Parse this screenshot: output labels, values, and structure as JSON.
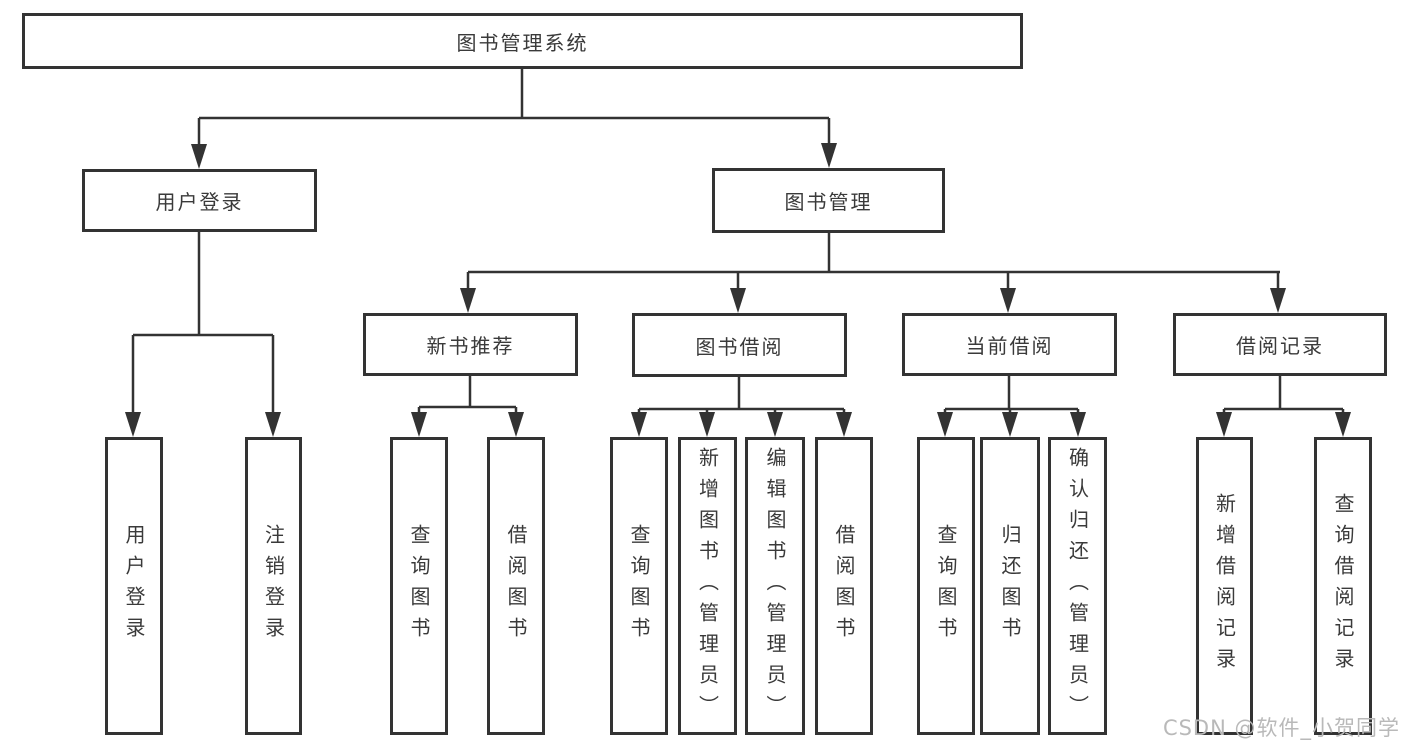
{
  "diagram": {
    "title": "图书管理系统",
    "user_login": {
      "label": "用户登录",
      "children": [
        {
          "label": "用户登录"
        },
        {
          "label": "注销登录"
        }
      ]
    },
    "book_management": {
      "label": "图书管理",
      "branches": [
        {
          "label": "新书推荐",
          "children": [
            {
              "label": "查询图书"
            },
            {
              "label": "借阅图书"
            }
          ]
        },
        {
          "label": "图书借阅",
          "children": [
            {
              "label": "查询图书"
            },
            {
              "label": "新增图书（管理员）"
            },
            {
              "label": "编辑图书（管理员）"
            },
            {
              "label": "借阅图书"
            }
          ]
        },
        {
          "label": "当前借阅",
          "children": [
            {
              "label": "查询图书"
            },
            {
              "label": "归还图书"
            },
            {
              "label": "确认归还（管理员）"
            }
          ]
        },
        {
          "label": "借阅记录",
          "children": [
            {
              "label": "新增借阅记录"
            },
            {
              "label": "查询借阅记录"
            }
          ]
        }
      ]
    },
    "watermark": "CSDN @软件_小贺同学"
  }
}
